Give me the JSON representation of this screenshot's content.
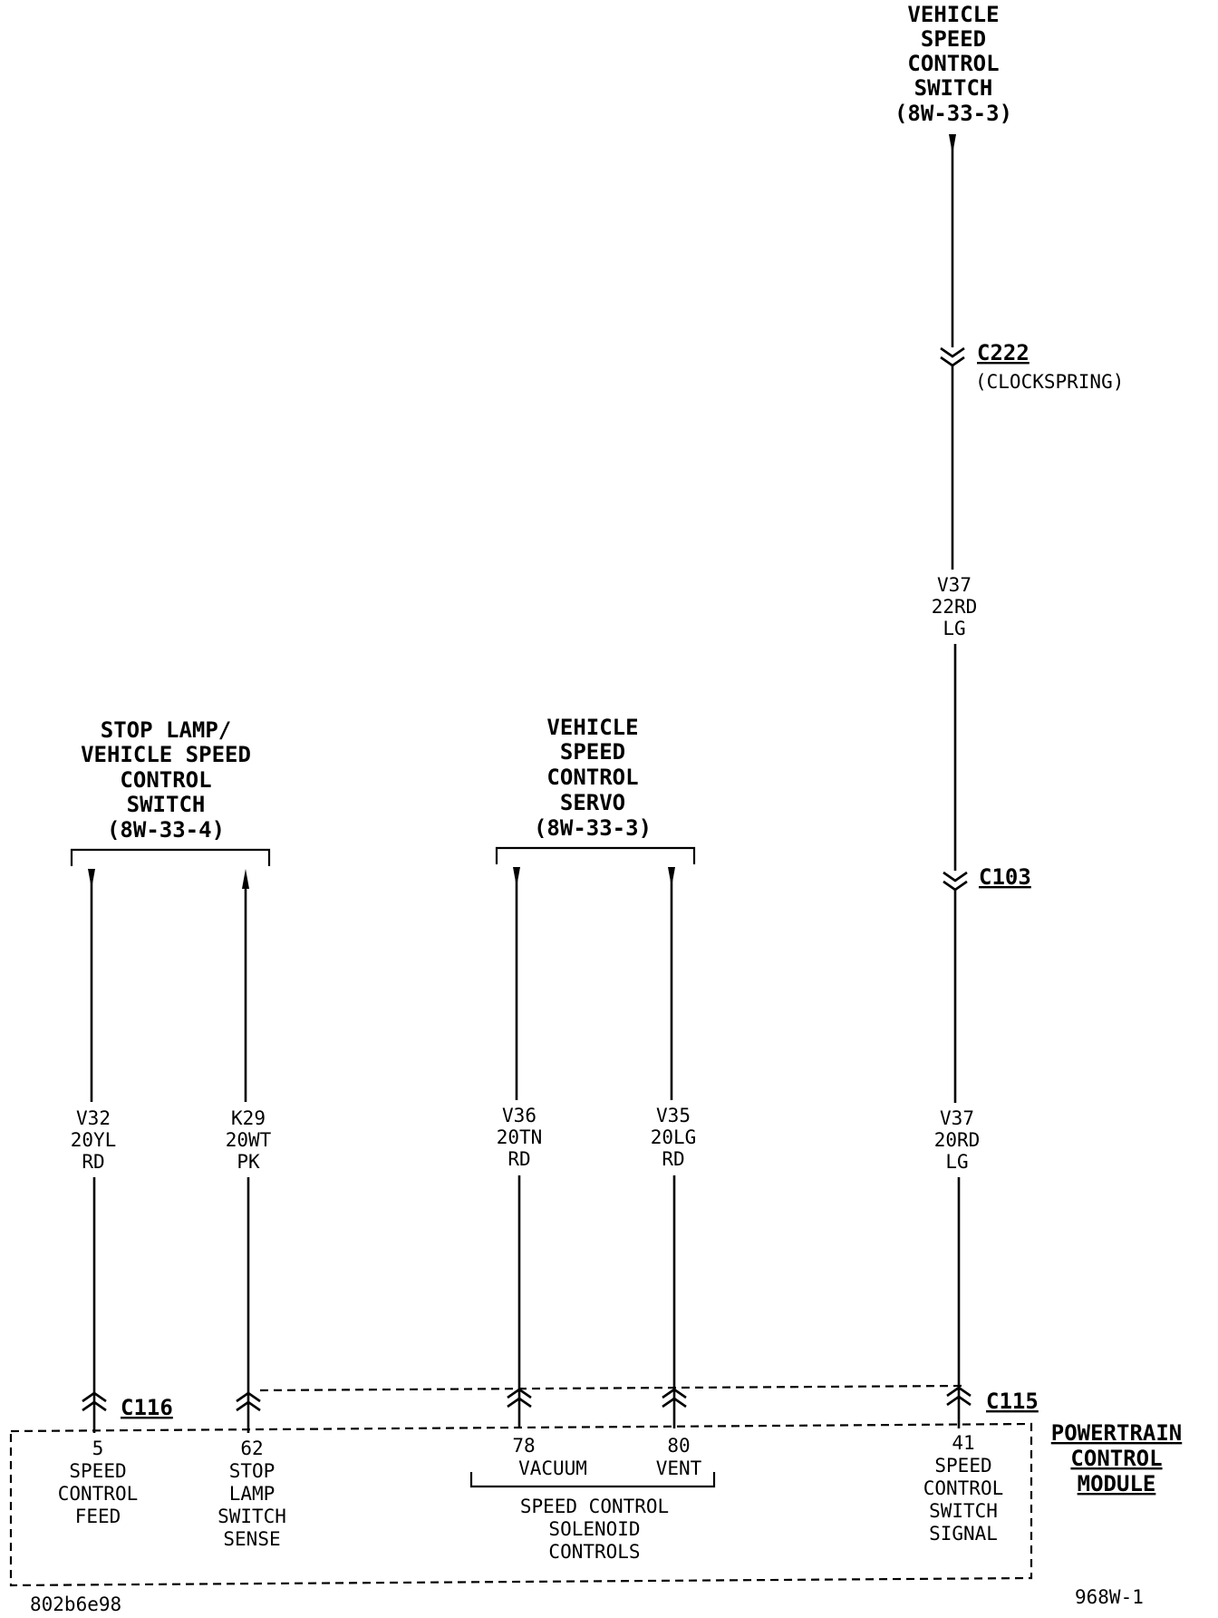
{
  "components": {
    "speed_control_switch": [
      "VEHICLE",
      "SPEED",
      "CONTROL",
      "SWITCH",
      "(8W-33-3)"
    ],
    "stop_lamp_switch": [
      "STOP LAMP/",
      "VEHICLE SPEED",
      "CONTROL",
      "SWITCH",
      "(8W-33-4)"
    ],
    "servo": [
      "VEHICLE",
      "SPEED",
      "CONTROL",
      "SERVO",
      "(8W-33-3)"
    ],
    "pcm": [
      "POWERTRAIN",
      "CONTROL",
      "MODULE"
    ]
  },
  "connectors": {
    "c222": {
      "name": "C222",
      "note": "(CLOCKSPRING)"
    },
    "c103": {
      "name": "C103"
    },
    "c116": {
      "name": "C116"
    },
    "c115": {
      "name": "C115"
    }
  },
  "wires": {
    "v37_upper": [
      "V37",
      "22RD",
      "LG"
    ],
    "v37_lower": [
      "V37",
      "20RD",
      "LG"
    ],
    "v32": [
      "V32",
      "20YL",
      "RD"
    ],
    "k29": [
      "K29",
      "20WT",
      "PK"
    ],
    "v36": [
      "V36",
      "20TN",
      "RD"
    ],
    "v35": [
      "V35",
      "20LG",
      "RD"
    ]
  },
  "pins": {
    "p5": [
      "5",
      "SPEED",
      "CONTROL",
      "FEED"
    ],
    "p62": [
      "62",
      "STOP",
      "LAMP",
      "SWITCH",
      "SENSE"
    ],
    "p78": [
      "78",
      "VACUUM"
    ],
    "p80": [
      "80",
      "VENT"
    ],
    "p41": [
      "41",
      "SPEED",
      "CONTROL",
      "SWITCH",
      "SIGNAL"
    ],
    "solenoid_group": [
      "SPEED CONTROL",
      "SOLENOID",
      "CONTROLS"
    ]
  },
  "footer": {
    "left_code": "802b6e98",
    "right_code": "968W-1"
  }
}
